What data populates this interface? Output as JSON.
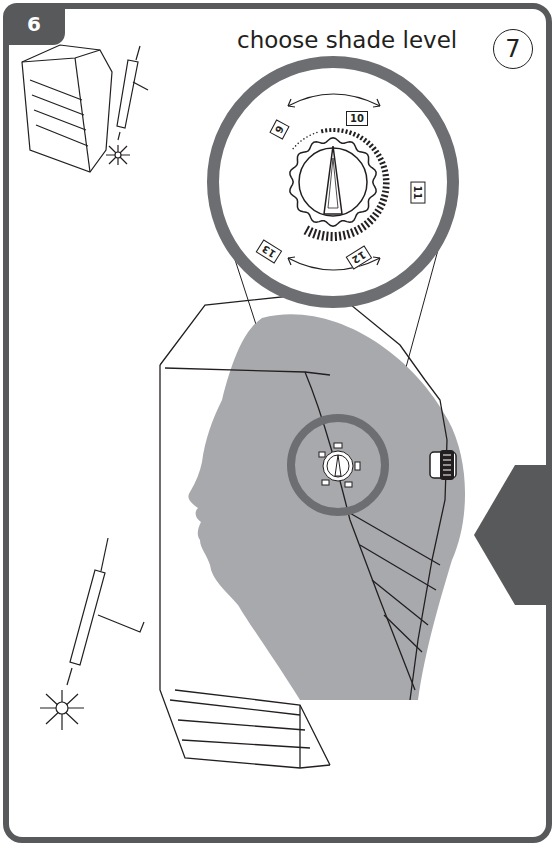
{
  "diagram": {
    "title": "choose shade level",
    "nodes": [
      {
        "text": [
          "6"
        ]
      },
      {
        "text": [
          "7"
        ]
      },
      {
        "text": [
          "9"
        ]
      },
      {
        "text": [
          "10"
        ]
      },
      {
        "text": [
          "11"
        ]
      },
      {
        "text": [
          "12"
        ]
      },
      {
        "text": [
          "13"
        ]
      }
    ]
  }
}
